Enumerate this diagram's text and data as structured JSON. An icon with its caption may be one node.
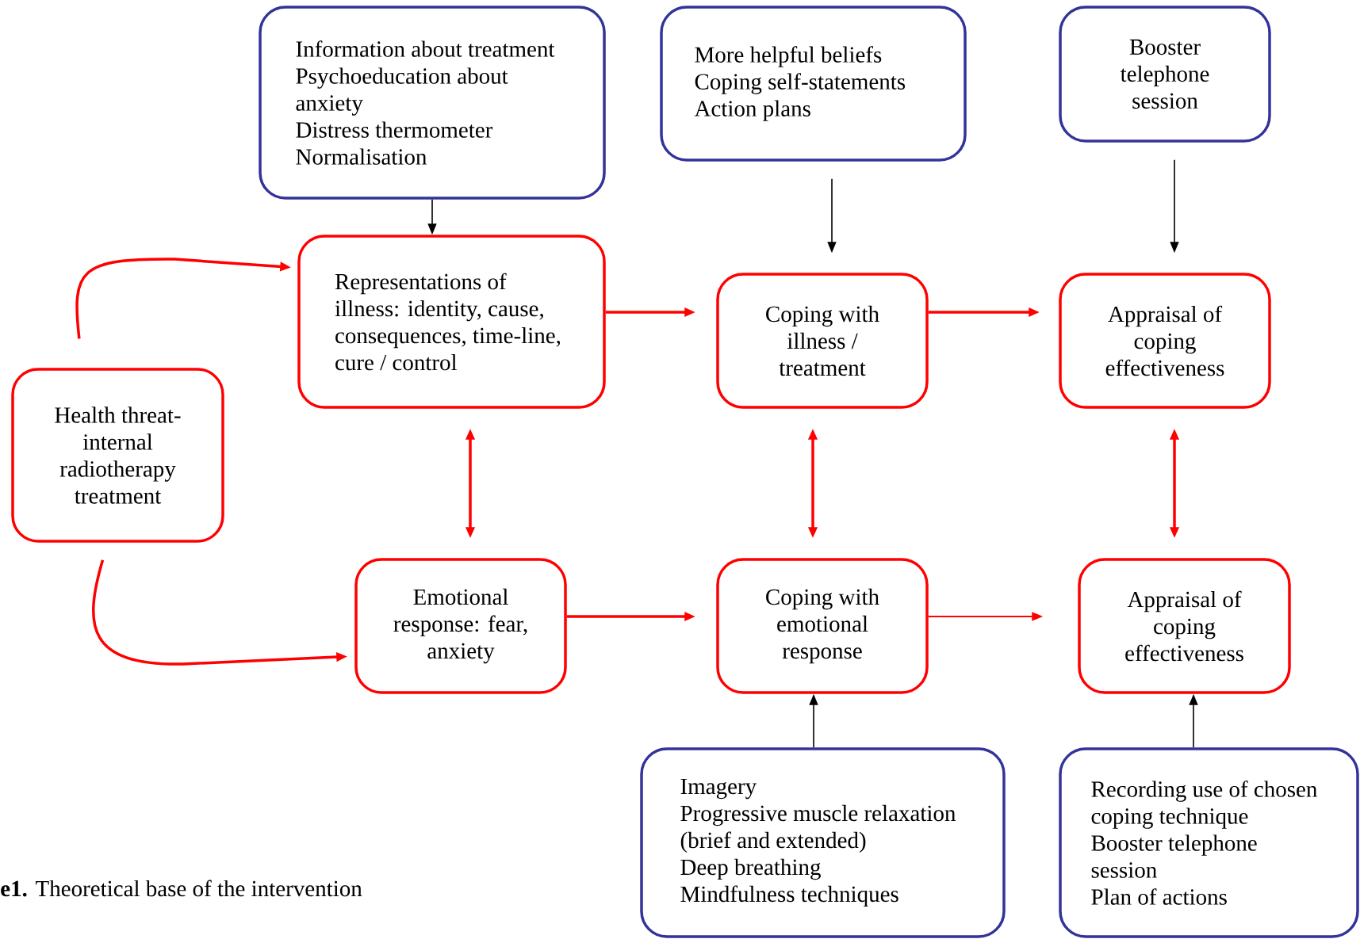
{
  "diagram": {
    "nodes": [
      {
        "text": [
          "Information about treatment",
          "Psychoeducation about anxiety",
          "Distress thermometer",
          "Normalisation"
        ]
      },
      {
        "text": [
          "More helpful beliefs",
          "Coping self-statements",
          "Action plans"
        ]
      },
      {
        "text": [
          "Booster telephone session"
        ]
      },
      {
        "text": [
          "Representations of illness: identity, cause, consequences, time-line, cure / control"
        ]
      },
      {
        "text": [
          "Coping with illness / treatment"
        ]
      },
      {
        "text": [
          "Appraisal of coping effectiveness"
        ]
      },
      {
        "text": [
          "Health threat- internal radiotherapy treatment"
        ]
      },
      {
        "text": [
          "Emotional response: fear, anxiety"
        ]
      },
      {
        "text": [
          "Coping with emotional response"
        ]
      },
      {
        "text": [
          "Appraisal of coping effectiveness"
        ]
      },
      {
        "text": [
          "Imagery",
          "Progressive muscle relaxation (brief and extended)",
          "Deep breathing",
          "Mindfulness techniques"
        ]
      },
      {
        "text": [
          "Recording use of chosen coping technique",
          "Booster telephone session",
          "Plan of actions"
        ]
      }
    ],
    "edges": [
      {
        "from": 0,
        "to": 3,
        "arrow": "to",
        "color": "#000000"
      },
      {
        "from": 1,
        "to": 4,
        "arrow": "to",
        "color": "#000000"
      },
      {
        "from": 2,
        "to": 5,
        "arrow": "to",
        "color": "#000000"
      },
      {
        "from": 6,
        "to": 3,
        "arrow": "to"
      },
      {
        "from": 3,
        "to": 4,
        "arrow": "to"
      },
      {
        "from": 4,
        "to": 5,
        "arrow": "to"
      },
      {
        "from": 3,
        "to": 7,
        "arrow": "both"
      },
      {
        "from": 4,
        "to": 8,
        "arrow": "both"
      },
      {
        "from": 5,
        "to": 9,
        "arrow": "both"
      },
      {
        "from": 6,
        "to": 7,
        "arrow": "to"
      },
      {
        "from": 7,
        "to": 8,
        "arrow": "to"
      },
      {
        "from": 8,
        "to": 9,
        "arrow": "to"
      },
      {
        "from": 10,
        "to": 8,
        "arrow": "to",
        "color": "#000000"
      },
      {
        "from": 11,
        "to": 9,
        "arrow": "to",
        "color": "#000000"
      }
    ],
    "labels": [
      "**e1.** Theoretical base of the intervention"
    ]
  }
}
